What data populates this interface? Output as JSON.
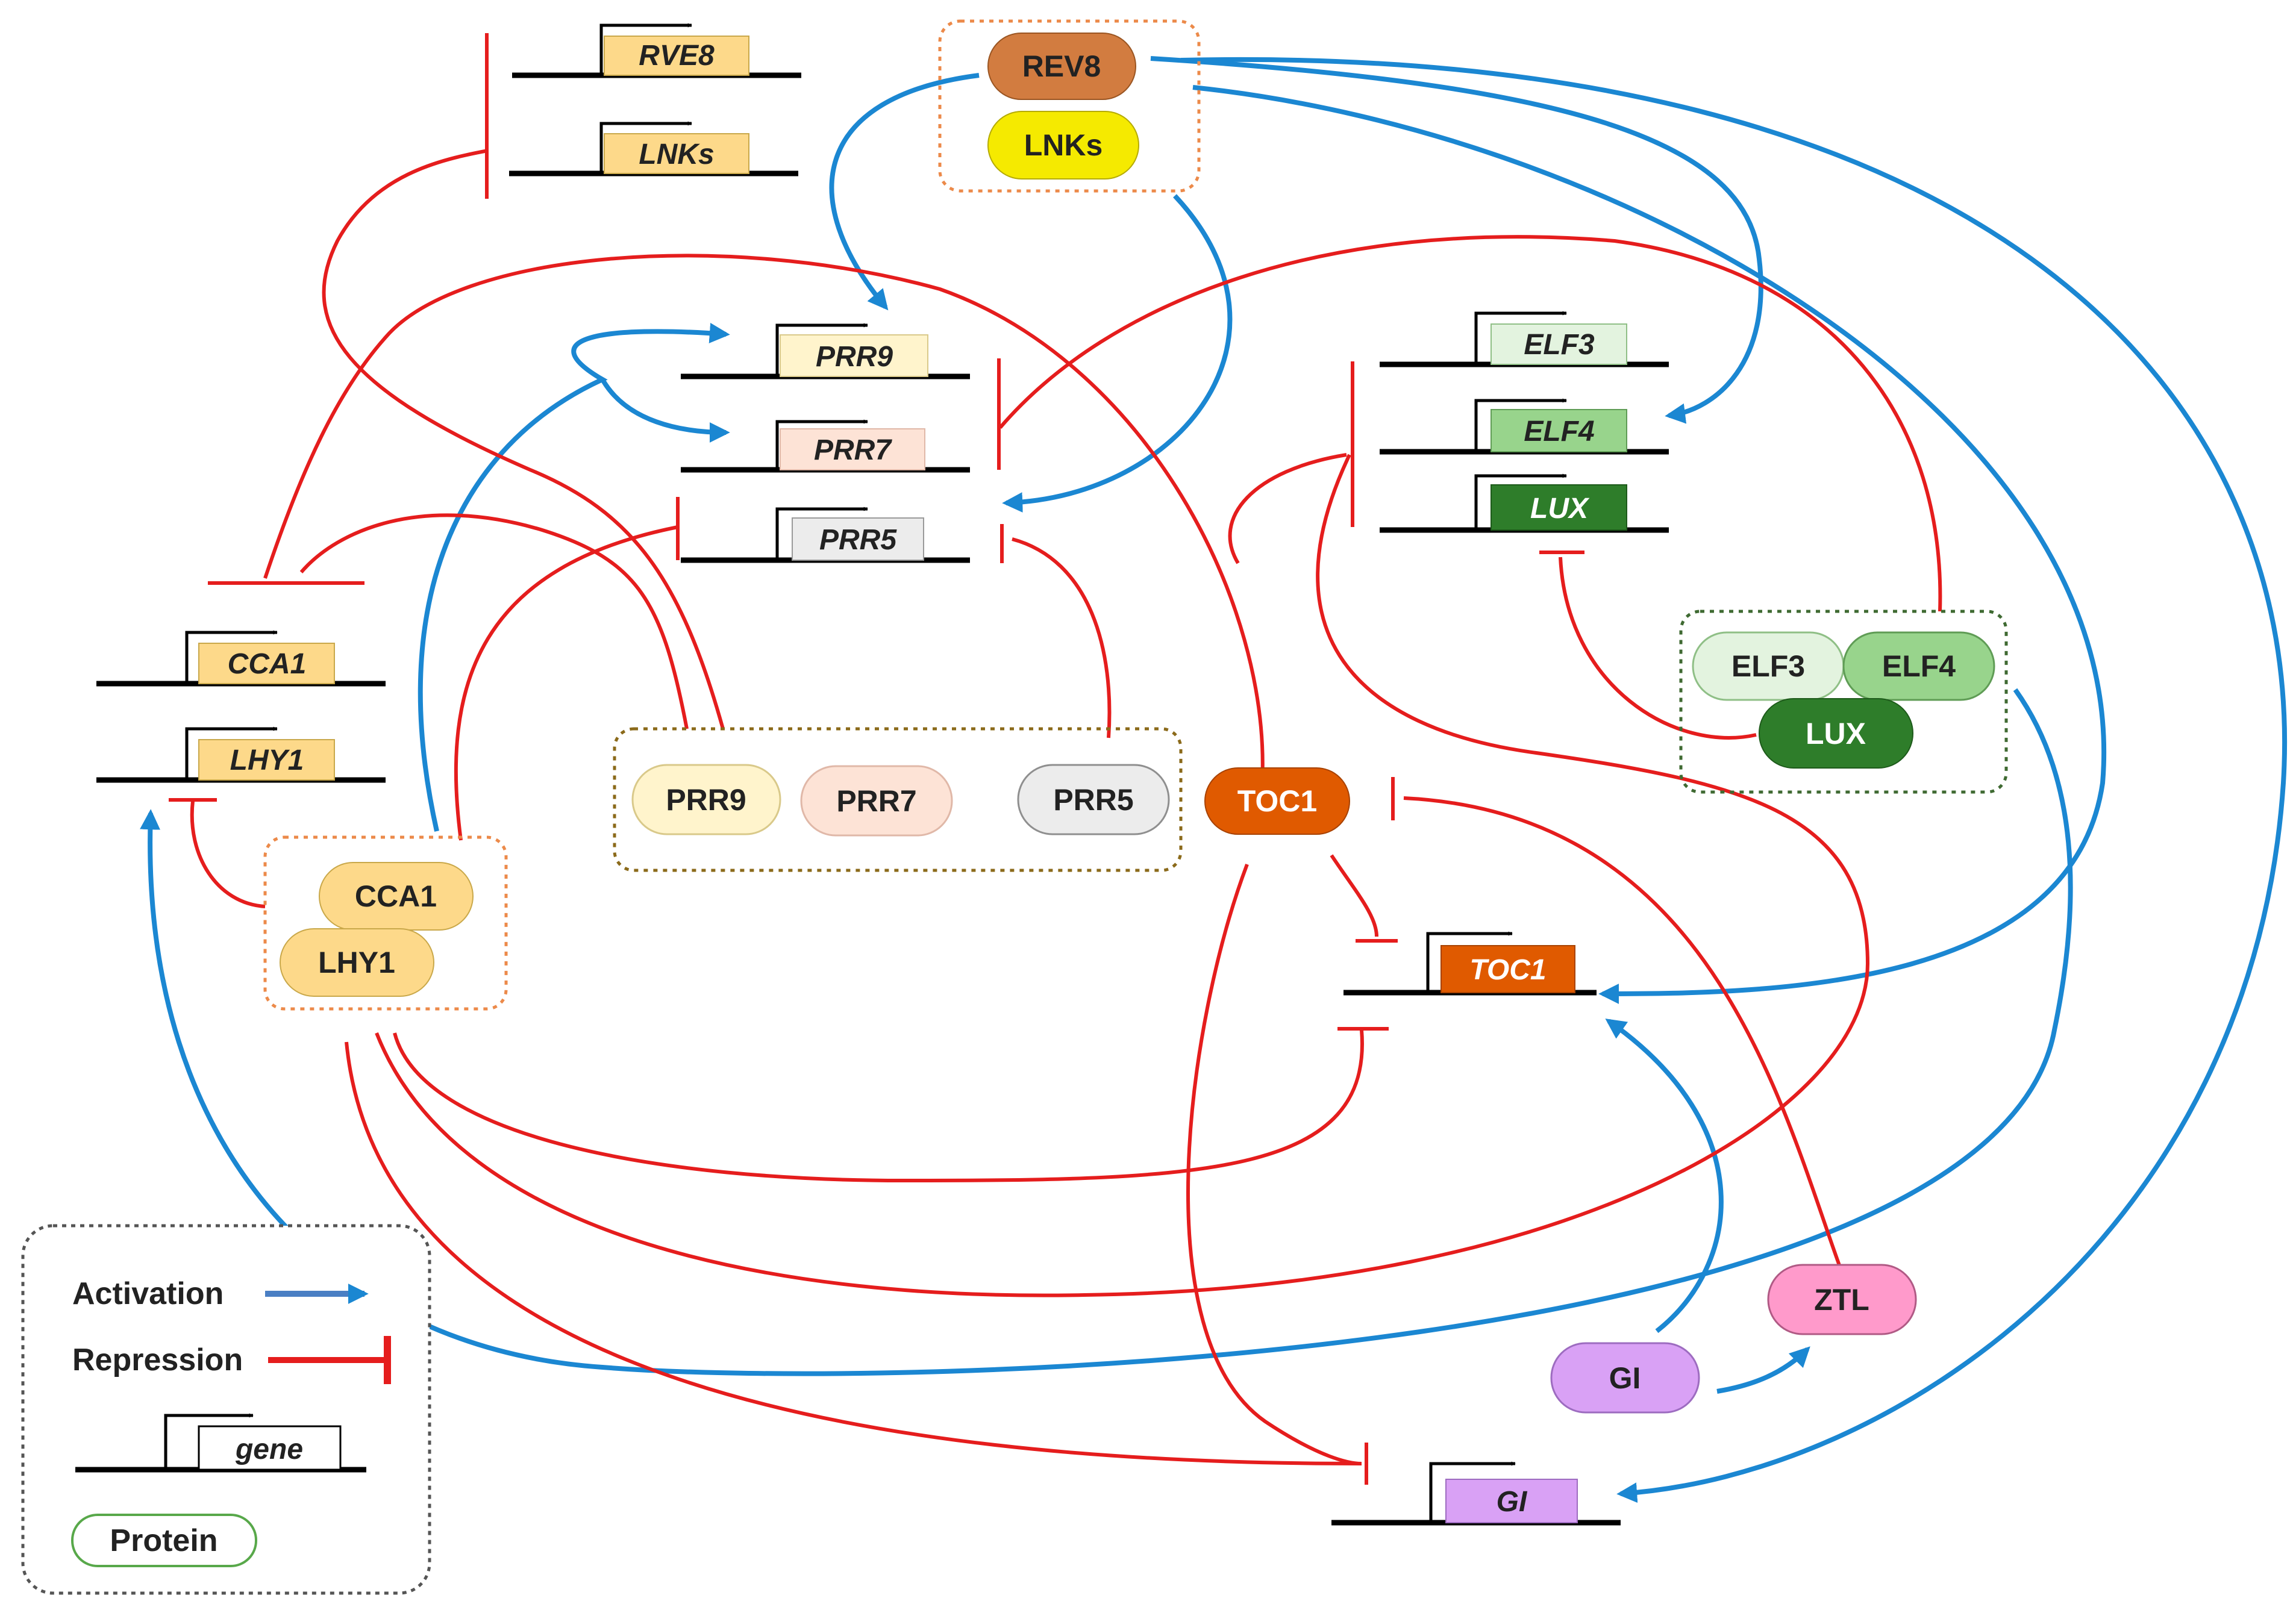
{
  "colors": {
    "activation": "#1b87d2",
    "repression": "#e51d1d",
    "cca1_lhy1": "#fdd98a",
    "rve8": "#d27c40",
    "lnks": "#f5ea00",
    "prr9": "#fff4cc",
    "prr7": "#fde3d6",
    "prr5": "#ececec",
    "elf3": "#e3f3df",
    "elf4": "#98d48c",
    "lux": "#2e7d2a",
    "toc1": "#e05a00",
    "ztl": "#ff9acb",
    "gi": "#d9a1f5"
  },
  "genes": {
    "rve8": "RVE8",
    "lnks": "LNKs",
    "prr9": "PRR9",
    "prr7": "PRR7",
    "prr5": "PRR5",
    "cca1": "CCA1",
    "lhy1": "LHY1",
    "elf3": "ELF3",
    "elf4": "ELF4",
    "lux": "LUX",
    "toc1": "TOC1",
    "gi": "GI"
  },
  "proteins": {
    "rev8": "REV8",
    "lnks": "LNKs",
    "prr9": "PRR9",
    "prr7": "PRR7",
    "prr5": "PRR5",
    "cca1": "CCA1",
    "lhy1": "LHY1",
    "elf3": "ELF3",
    "elf4": "ELF4",
    "lux": "LUX",
    "toc1": "TOC1",
    "ztl": "ZTL",
    "gi": "GI"
  },
  "legend": {
    "activation": "Activation",
    "repression": "Repression",
    "gene": "gene",
    "protein": "Protein"
  }
}
